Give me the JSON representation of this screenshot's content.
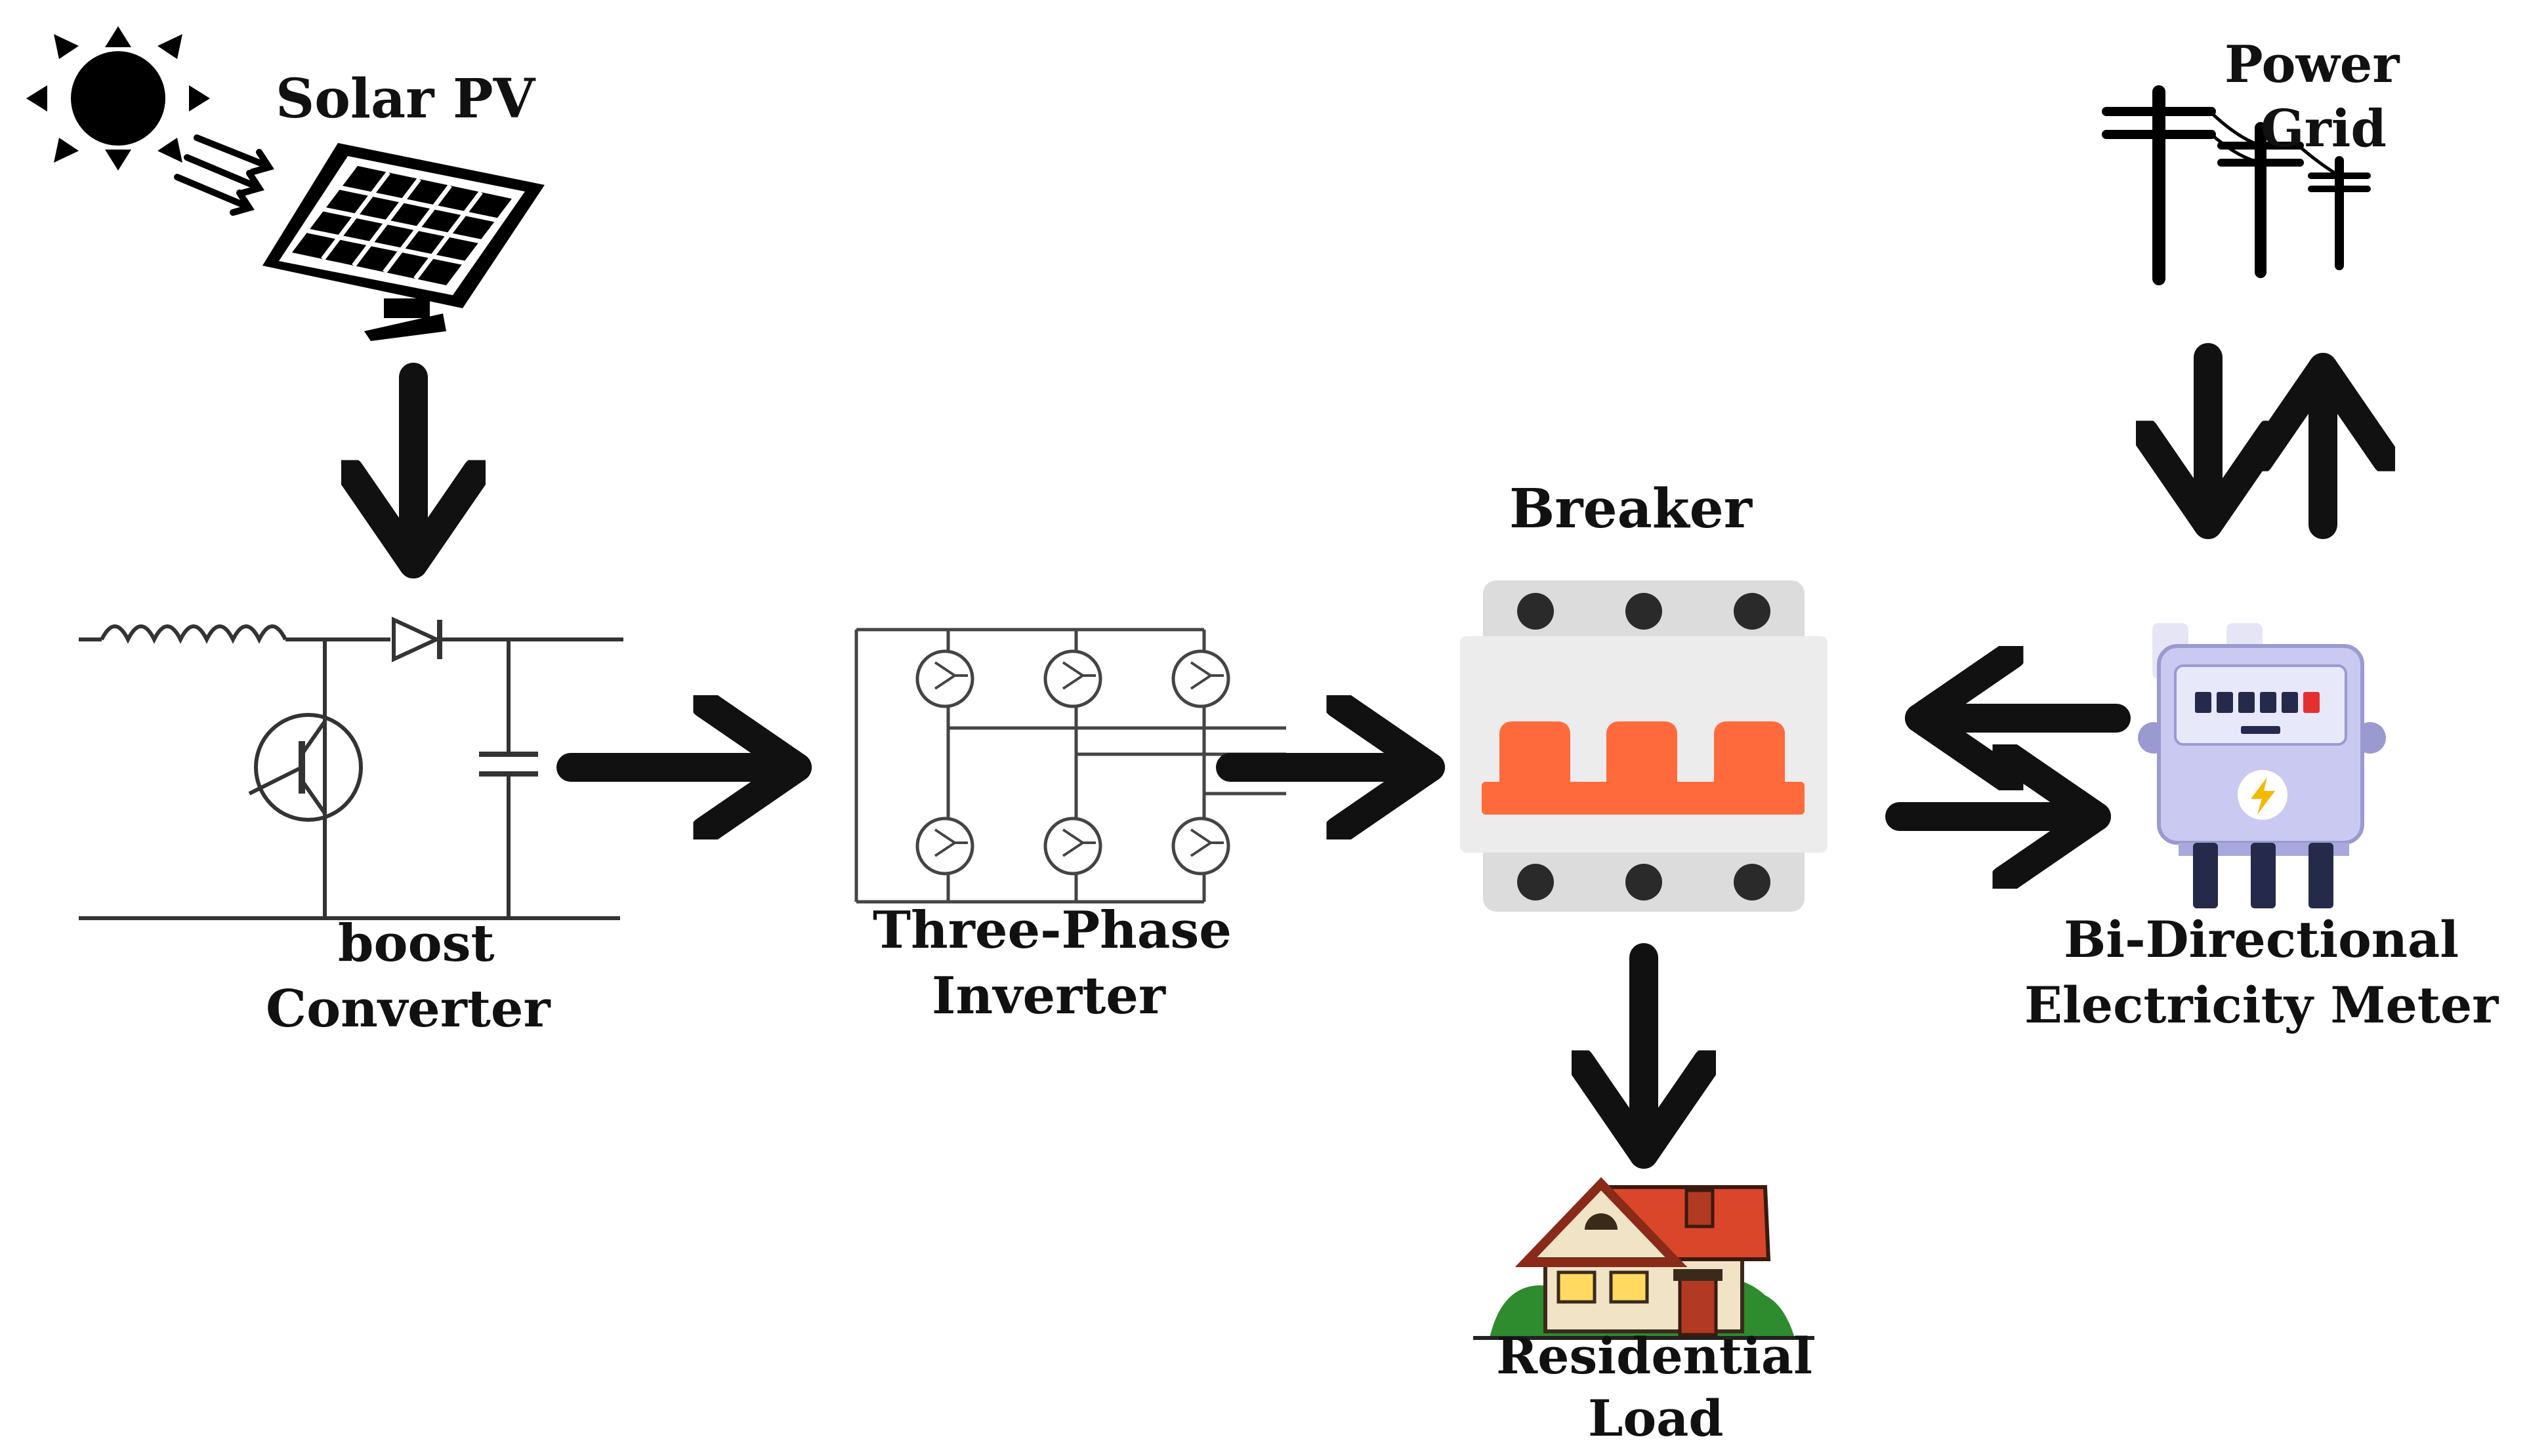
{
  "diagram": {
    "solar_label": "Solar PV",
    "grid_label_line1": "Power",
    "grid_label_line2": "Grid",
    "breaker_label": "Breaker",
    "boost_label_line1": "boost",
    "boost_label_line2": "Converter",
    "inverter_label_line1": "Three-Phase",
    "inverter_label_line2": "Inverter",
    "meter_label_line1": "Bi-Directional",
    "meter_label_line2": "Electricity Meter",
    "load_label_line1": "Residential",
    "load_label_line2": "Load"
  },
  "colors": {
    "arrow": "#111111",
    "breaker_body": "#ececec",
    "breaker_switch": "#ff6a3d",
    "meter_body": "#c9c9f2",
    "meter_dark": "#252a4a",
    "roof": "#d9462a",
    "grass": "#2e8b2e"
  },
  "icons": [
    "sun-icon",
    "solar-panel-icon",
    "power-pole-icon",
    "breaker-icon",
    "electricity-meter-icon",
    "house-icon"
  ]
}
